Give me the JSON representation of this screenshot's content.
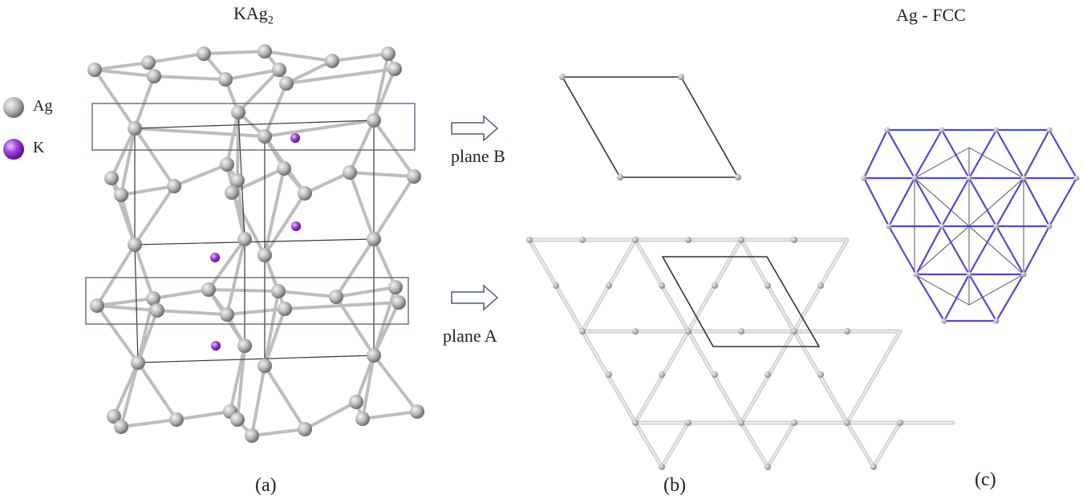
{
  "figure": {
    "title_left_main": "KAg",
    "title_left_sub": "2",
    "title_right": "Ag - FCC",
    "legend": [
      {
        "label": "Ag",
        "color": "#b4b4b4"
      },
      {
        "label": "K",
        "color": "#a040e0"
      }
    ],
    "plane_b_label": "plane B",
    "plane_a_label": "plane A",
    "panel_labels": [
      "(a)",
      "(b)",
      "(c)"
    ],
    "colors": {
      "ag_atom": "#b4b4b4",
      "k_atom": "#9b3fe0",
      "bond": "#c4c4c4",
      "cell": "#444444",
      "box": "#5b6a80",
      "fcc_blue": "#4a4ad8"
    }
  }
}
